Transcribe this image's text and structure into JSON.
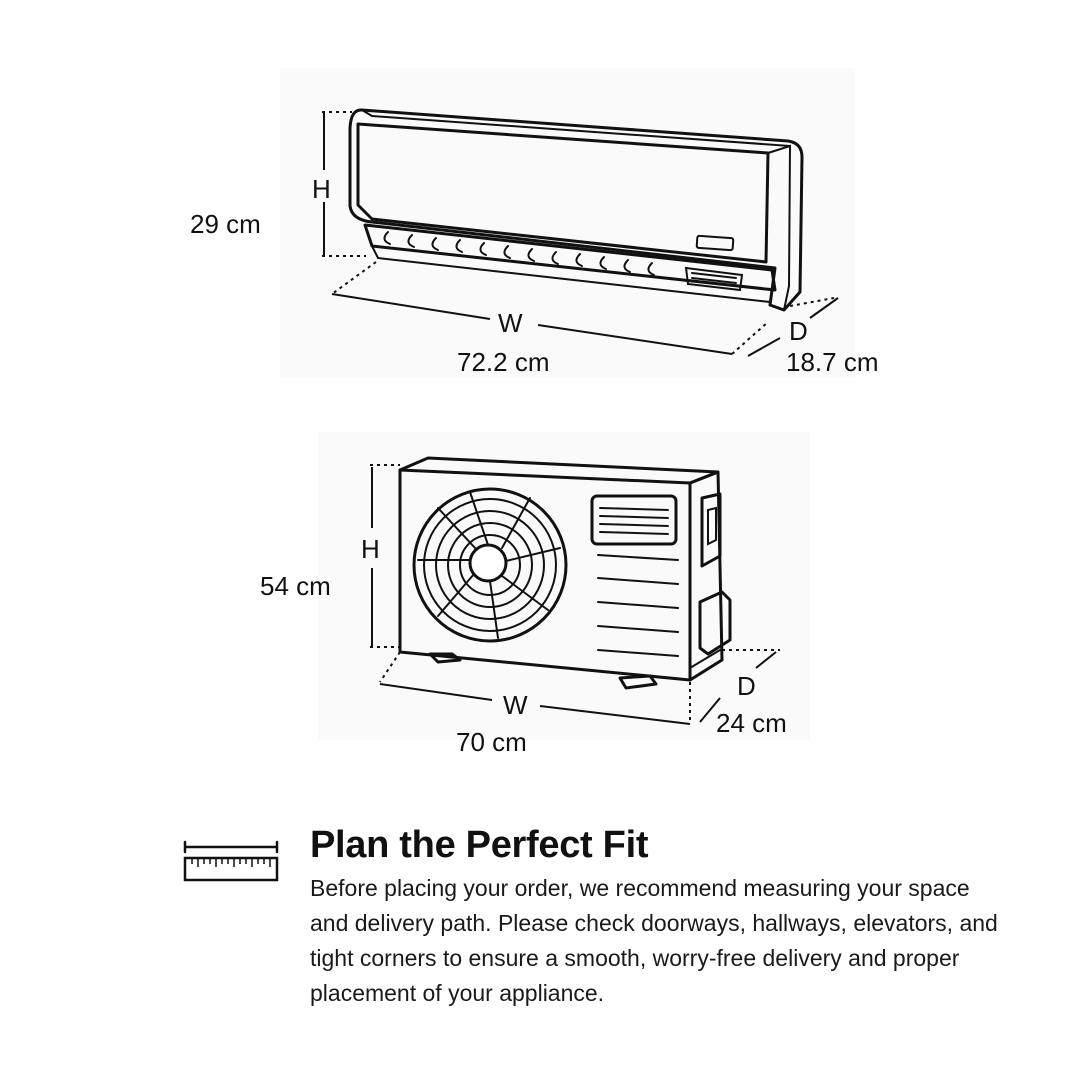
{
  "indoor_unit": {
    "height_letter": "H",
    "width_letter": "W",
    "depth_letter": "D",
    "height_value": "29 cm",
    "width_value": "72.2 cm",
    "depth_value": "18.7 cm"
  },
  "outdoor_unit": {
    "height_letter": "H",
    "width_letter": "W",
    "depth_letter": "D",
    "height_value": "54 cm",
    "width_value": "70 cm",
    "depth_value": "24 cm"
  },
  "fit_section": {
    "icon": "ruler-icon",
    "title": "Plan the Perfect Fit",
    "body": "Before placing your order, we recommend measuring your space and delivery path. Please check doorways, hallways, elevators, and tight corners to ensure a smooth, worry-free delivery and proper placement of your appliance."
  }
}
